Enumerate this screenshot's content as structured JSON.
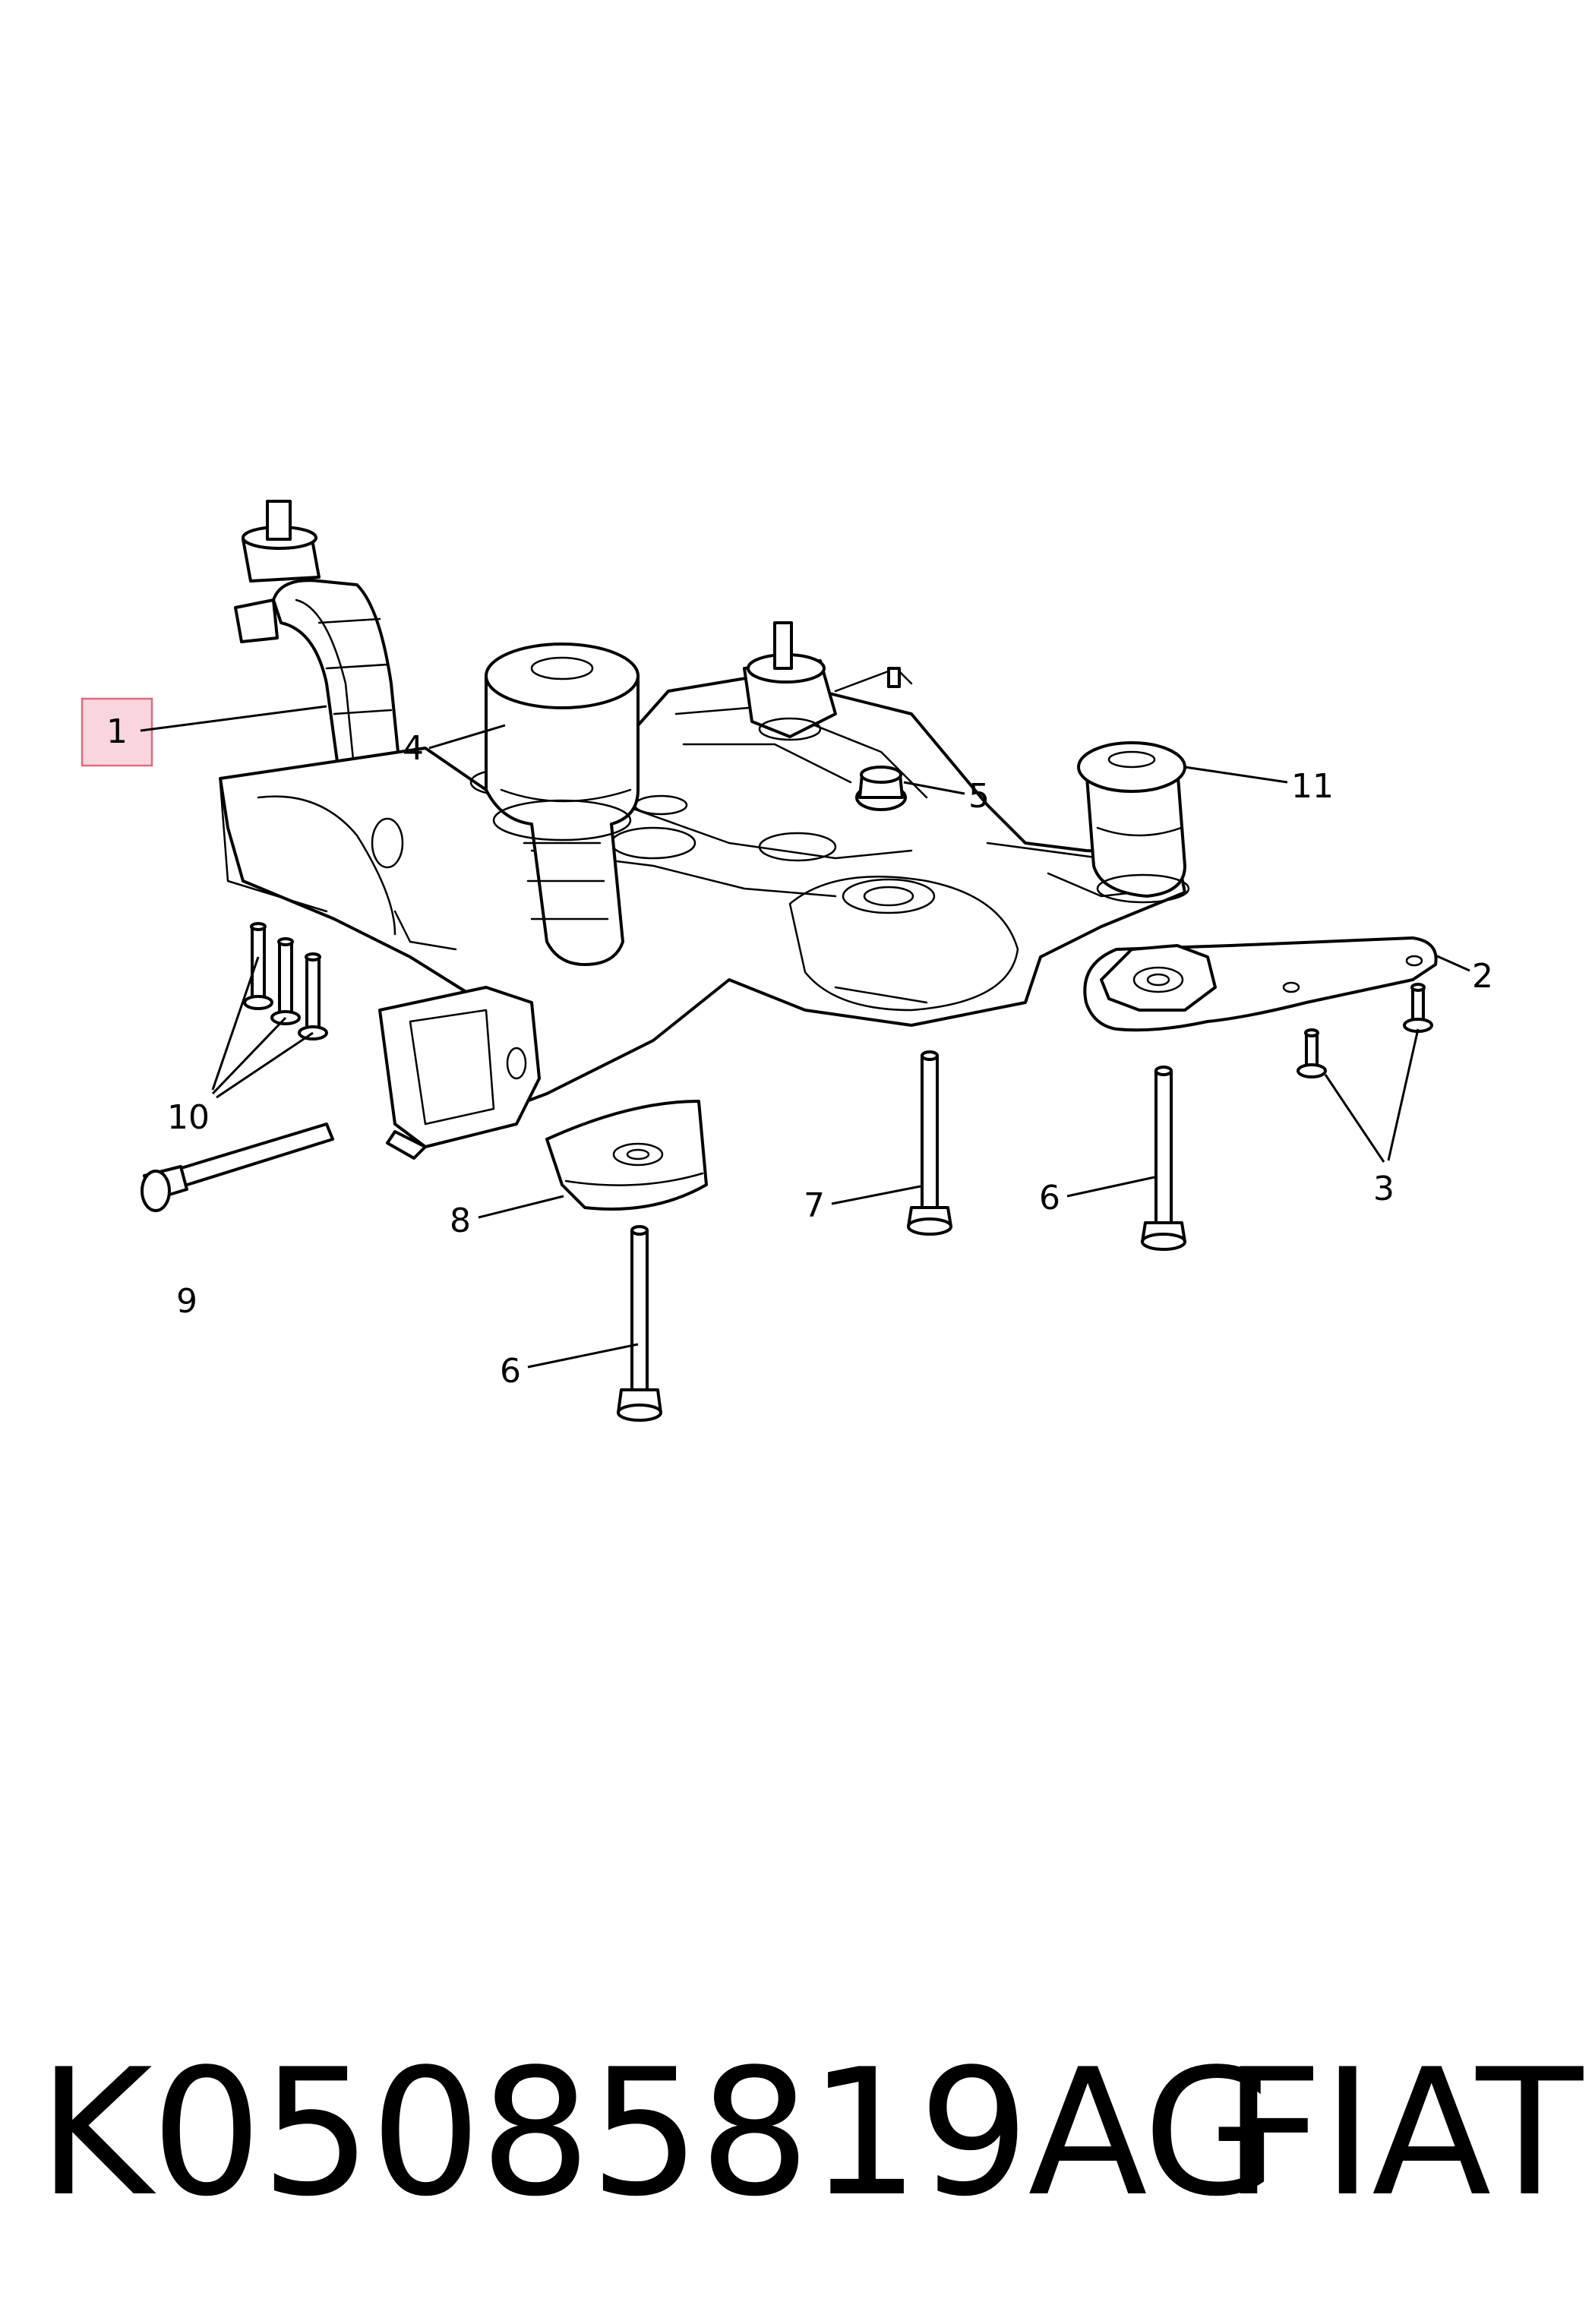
{
  "callouts": {
    "c1": "1",
    "c2": "2",
    "c3": "3",
    "c4": "4",
    "c5": "5",
    "c6a": "6",
    "c6b": "6",
    "c7": "7",
    "c8": "8",
    "c9": "9",
    "c10": "10",
    "c11": "11"
  },
  "footer": {
    "part_number": "K05085819AG",
    "brand": "FIAT"
  },
  "colors": {
    "line": "#000000",
    "background": "#ffffff",
    "highlight_fill": "#f9d6dd",
    "highlight_border": "#e06a80"
  }
}
